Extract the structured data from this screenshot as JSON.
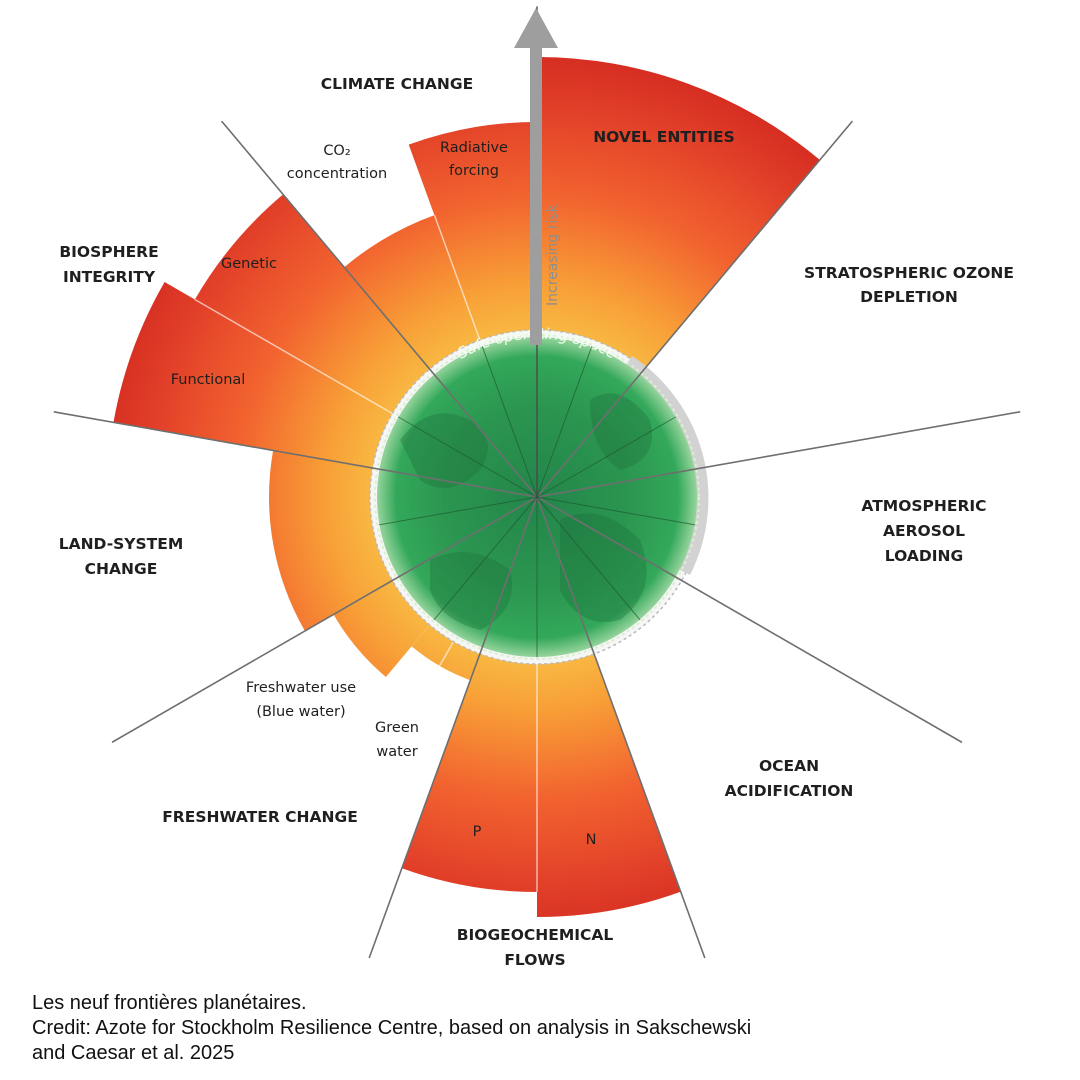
{
  "diagram": {
    "safe_operating_space": "Safe operating space",
    "increasing_risk": "Increasing risk",
    "boundaries": {
      "climate_change": "CLIMATE CHANGE",
      "novel_entities": "NOVEL ENTITIES",
      "ozone_line1": "STRATOSPHERIC OZONE",
      "ozone_line2": "DEPLETION",
      "aerosol_line1": "ATMOSPHERIC",
      "aerosol_line2": "AEROSOL",
      "aerosol_line3": "LOADING",
      "ocean_line1": "OCEAN",
      "ocean_line2": "ACIDIFICATION",
      "biogeo_line1": "BIOGEOCHEMICAL",
      "biogeo_line2": "FLOWS",
      "freshwater_change": "FRESHWATER CHANGE",
      "land_line1": "LAND-SYSTEM",
      "land_line2": "CHANGE",
      "biosphere_line1": "BIOSPHERE",
      "biosphere_line2": "INTEGRITY"
    },
    "sub_variables": {
      "co2_line1": "CO₂",
      "co2_line2": "concentration",
      "radiative_line1": "Radiative",
      "radiative_line2": "forcing",
      "genetic": "Genetic",
      "functional": "Functional",
      "blue_water_line1": "Freshwater use",
      "blue_water_line2": "(Blue water)",
      "green_water_line1": "Green",
      "green_water_line2": "water",
      "phosphorus": "P",
      "nitrogen": "N"
    },
    "colors": {
      "safe_zone": "#2e9c52",
      "low_risk": "#f9b640",
      "high_risk": "#dc3626",
      "uncertain": "#cfcfcf"
    }
  },
  "caption": {
    "line1": "Les neuf frontières planétaires.",
    "line2": "Credit: Azote for Stockholm Resilience Centre, based on analysis in Sakschewski",
    "line3": "and Caesar et al. 2025"
  }
}
